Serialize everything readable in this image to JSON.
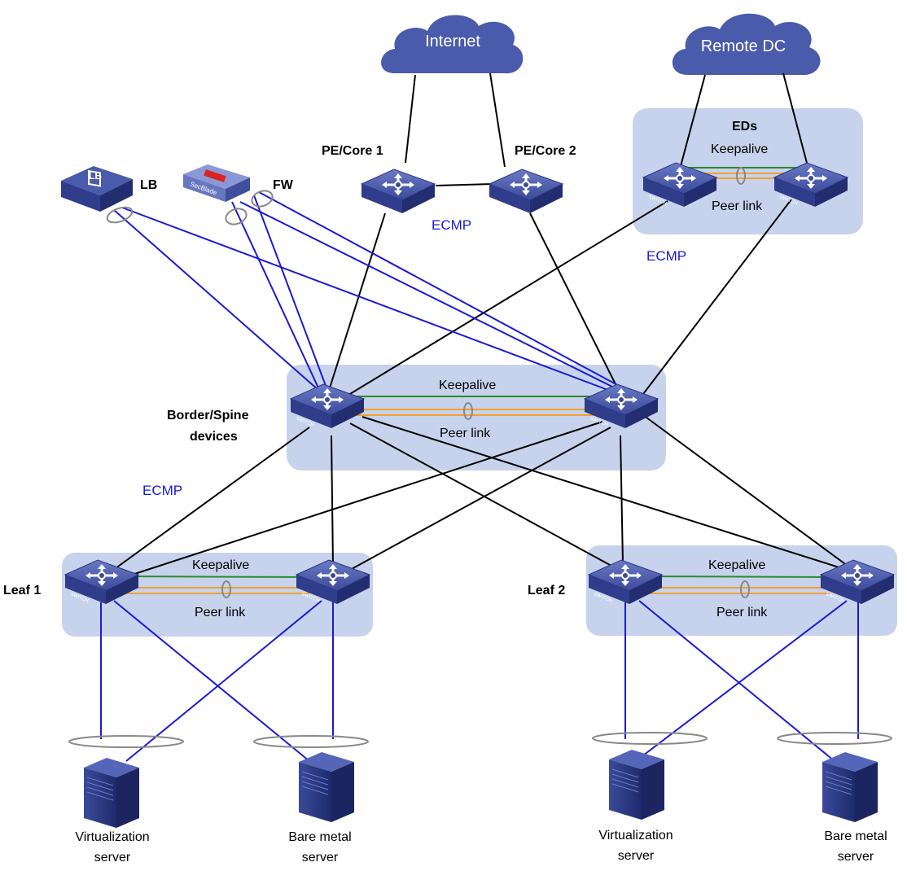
{
  "clouds": {
    "internet": "Internet",
    "remote_dc": "Remote DC"
  },
  "devices": {
    "lb": "LB",
    "fw": "FW",
    "pe_core_1": "PE/Core 1",
    "pe_core_2": "PE/Core 2",
    "eds": "EDs",
    "border_spine_line1": "Border/Spine",
    "border_spine_line2": "devices",
    "leaf_1": "Leaf 1",
    "leaf_2": "Leaf 2"
  },
  "link_labels": {
    "keepalive": "Keepalive",
    "peer_link": "Peer link",
    "ecmp": "ECMP"
  },
  "switch_text": "SWITCH",
  "lb_text": "LB",
  "fw_text": "SecBlade",
  "servers": {
    "virtualization_line1": "Virtualization",
    "virtualization_line2": "server",
    "bare_metal_line1": "Bare metal",
    "bare_metal_line2": "server"
  },
  "colors": {
    "cloud": "#4a5bab",
    "group_box": "#c7d3ec",
    "switch": "#3f4f9e",
    "blue_link": "#1a1ad6",
    "keepalive": "#2a8a2a",
    "peer_link": "#f0a030",
    "ecmp_text": "#1a1ad6"
  }
}
